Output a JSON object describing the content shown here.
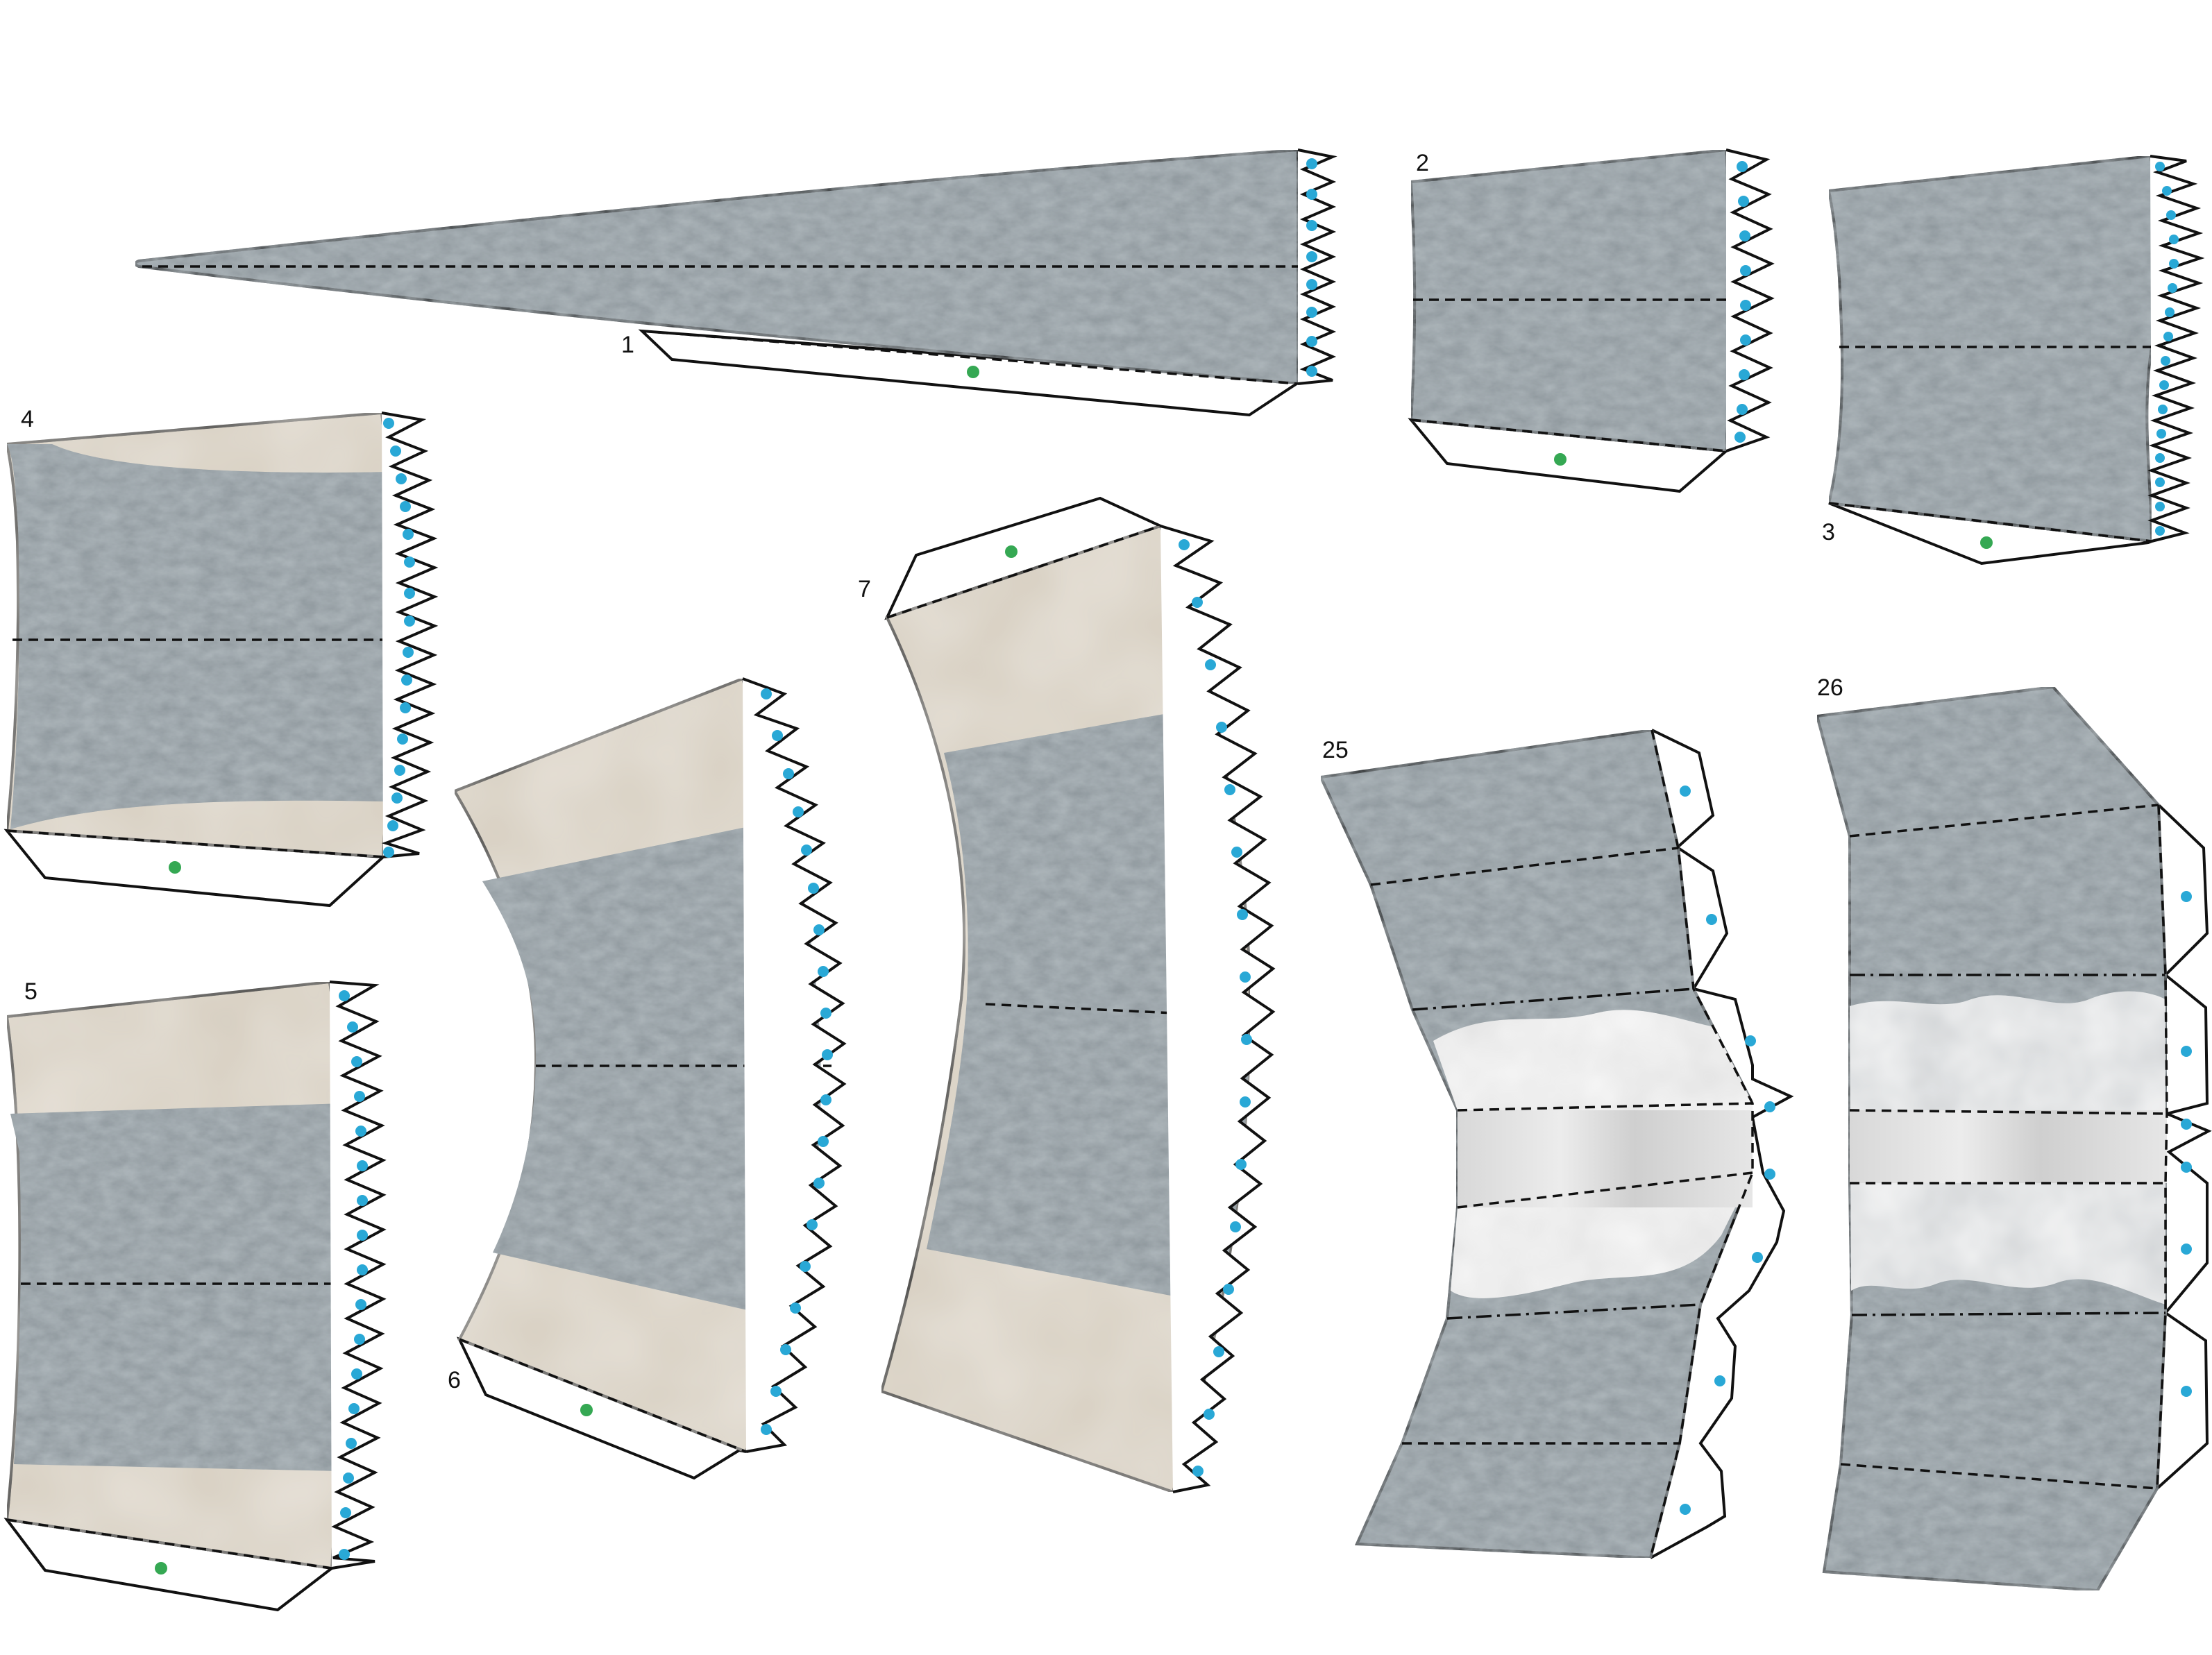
{
  "sheet": {
    "colors": {
      "skin": "#8e979c",
      "skin_light": "#c8cdd0",
      "sand": "#d6cdbf",
      "white_band": "#e3e3e3",
      "blue_mark": "#29a8d6",
      "green_mark": "#35a853",
      "line": "#111111"
    }
  },
  "pieces": [
    {
      "label": "1"
    },
    {
      "label": "2"
    },
    {
      "label": "3"
    },
    {
      "label": "4"
    },
    {
      "label": "5"
    },
    {
      "label": "6"
    },
    {
      "label": "7"
    },
    {
      "label": "25"
    },
    {
      "label": "26"
    }
  ]
}
